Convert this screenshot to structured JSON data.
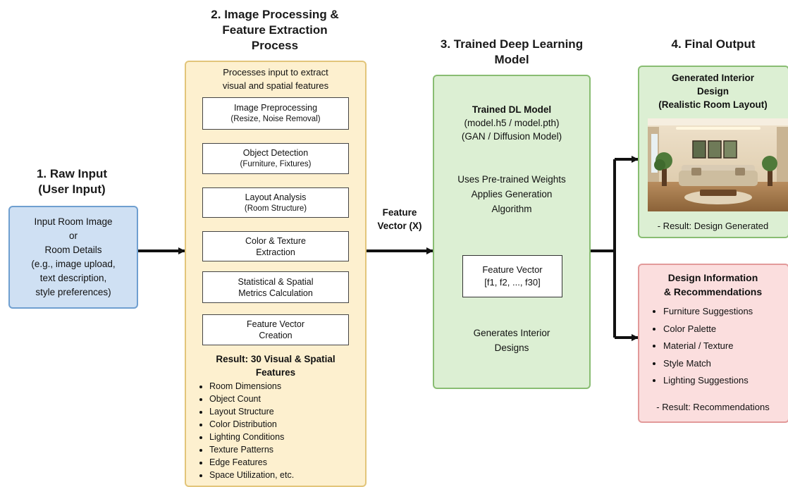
{
  "raw_input": {
    "title": [
      "1. Raw Input",
      "(User Input)"
    ],
    "box": [
      "Input Room Image",
      "or",
      "Room Details",
      "(e.g., image upload,",
      "text description,",
      "style preferences)"
    ]
  },
  "processing": {
    "title": [
      "2. Image Processing &",
      "Feature Extraction",
      "Process"
    ],
    "intro": [
      "Processes input to extract",
      "visual and spatial features"
    ],
    "steps": [
      {
        "main": "Image Preprocessing",
        "sub": "(Resize, Noise Removal)"
      },
      {
        "main": "Object Detection",
        "sub": "(Furniture, Fixtures)"
      },
      {
        "main": "Layout Analysis",
        "sub": "(Room Structure)"
      },
      {
        "main": "Color & Texture",
        "sub": "Extraction"
      },
      {
        "main": "Statistical & Spatial",
        "sub": "Metrics Calculation"
      },
      {
        "main": "Feature Vector",
        "sub": "Creation"
      }
    ],
    "result_title": [
      "Result: 30 Visual & Spatial",
      "Features"
    ],
    "features": [
      "Room Dimensions",
      "Object Count",
      "Layout Structure",
      "Color Distribution",
      "Lighting Conditions",
      "Texture Patterns",
      "Edge Features",
      "Space Utilization, etc."
    ]
  },
  "connector_label": [
    "Feature",
    "Vector (X)"
  ],
  "model": {
    "title": [
      "3. Trained Deep Learning",
      "Model"
    ],
    "name": "Trained DL Model",
    "files": "(model.h5 / model.pth)",
    "types": "(GAN / Diffusion Model)",
    "weights": "Uses Pre-trained Weights",
    "applies": [
      "Applies Generation",
      "Algorithm"
    ],
    "vector": [
      "Feature Vector",
      "[f1, f2, ..., f30]"
    ],
    "generates": [
      "Generates Interior",
      "Designs"
    ]
  },
  "output": {
    "title": "4. Final Output",
    "design": {
      "title": [
        "Generated Interior",
        "Design"
      ],
      "subtitle": "(Realistic Room Layout)",
      "result": "- Result: Design Generated"
    },
    "recommend": {
      "title": [
        "Design Information",
        "& Recommendations"
      ],
      "items": [
        "Furniture Suggestions",
        "Color Palette",
        "Material / Texture",
        "Style Match",
        "Lighting Suggestions"
      ],
      "result": "- Result: Recommendations"
    }
  },
  "colors": {
    "input_fill": "#cfe0f3",
    "processing_fill": "#fdf0cf",
    "model_fill": "#dcefd3",
    "design_fill": "#dcefd3",
    "recommend_fill": "#fbdede",
    "arrow": "#111111"
  }
}
